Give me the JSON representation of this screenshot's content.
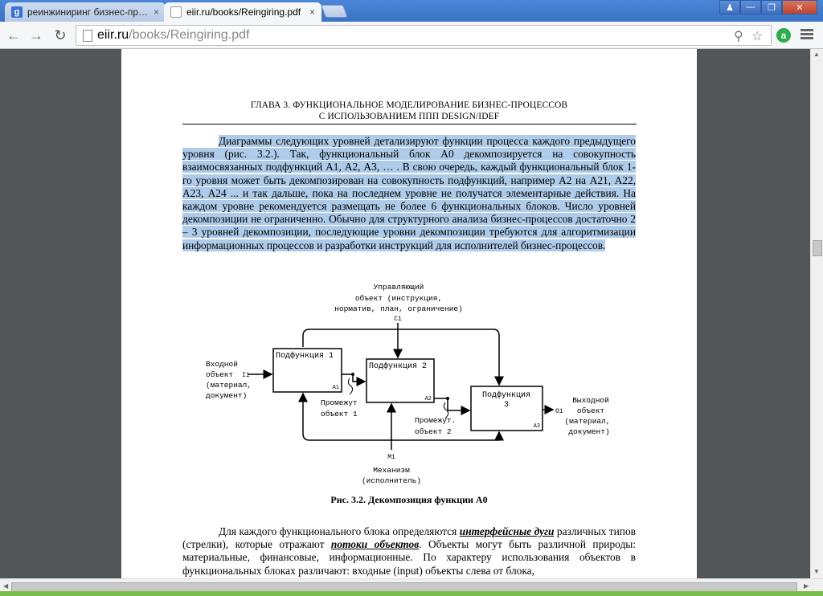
{
  "tabs": [
    {
      "title": "реинжиниринг бизнес-проце",
      "favicon": "google-icon",
      "active": false
    },
    {
      "title": "eiir.ru/books/Reingiring.pdf",
      "favicon": "document-icon",
      "active": true
    }
  ],
  "favicon_letter": "g",
  "close_glyph": "×",
  "url": {
    "host": "eiir.ru",
    "path": "/books/Reingiring.pdf"
  },
  "extension_letter": "a",
  "document": {
    "chapter_line1": "ГЛАВА 3. ФУНКЦИОНАЛЬНОЕ МОДЕЛИРОВАНИЕ БИЗНЕС-ПРОЦЕССОВ",
    "chapter_line2": "С ИСПОЛЬЗОВАНИЕМ ППП DESIGN/IDEF",
    "paragraph1": "Диаграммы следующих уровней детализируют функции процесса каждого предыдущего уровня (рис. 3.2.). Так, функциональный блок А0 декомпозируется на совокупность взаимосвязанных подфункций А1, А2, А3, … . В свою очередь, каждый функциональный блок 1-го уровня может быть декомпозирован на совокупность подфункций, например А2 на А21, А22, А23, А24 ... и так дальше, пока на последнем уровне не получатся элементарные действия. На каждом уровне рекомендуется размещать не более 6 функциональных блоков. Число уровней декомпозиции не ограниченно. Обычно для структурного анализа бизнес-процессов достаточно 2 – 3 уровней декомпозиции, последующие уровни декомпозиции требуются для алгоритмизации информационных процессов и разработки инструкций для исполнителей бизнес-процессов.",
    "figure_caption": "Рис. 3.2. Декомпозиция функции А0",
    "paragraph2_a": "Для каждого функционального блока определяются ",
    "paragraph2_term1": "интерфейсные дуги",
    "paragraph2_b": " различных типов (стрелки), которые отражают ",
    "paragraph2_term2": "потоки объектов",
    "paragraph2_c": ". Объекты могут быть различной природы: материальные, финансовые, информационные. По характеру использования объектов в функциональных блоках различают: входные (input) объекты слева от блока,"
  },
  "diagram": {
    "control_label": [
      "Управляющий",
      "объект (инструкция,",
      "норматив, план, ограничение)"
    ],
    "control_code": "C1",
    "input_label": [
      "Входной",
      "объект",
      "(материал,",
      "документ)"
    ],
    "input_code": "I1",
    "output_label": [
      "Выходной",
      "объект",
      "(материал,",
      "документ)"
    ],
    "output_code": "O1",
    "mechanism_code": "M1",
    "mechanism_label": [
      "Механизм",
      "(исполнитель)"
    ],
    "blocks": [
      {
        "title": "Подфункция 1",
        "code": "A1"
      },
      {
        "title": "Подфункция 2",
        "code": "A2"
      },
      {
        "title": "Подфункция",
        "title2": "3",
        "code": "A3"
      }
    ],
    "intermediate1": [
      "Промежут",
      "объект 1"
    ],
    "intermediate2": [
      "Промежут.",
      "объект 2"
    ]
  },
  "colors": {
    "selection": "#aecbe9",
    "chrome_blue": "#4b86d6"
  }
}
